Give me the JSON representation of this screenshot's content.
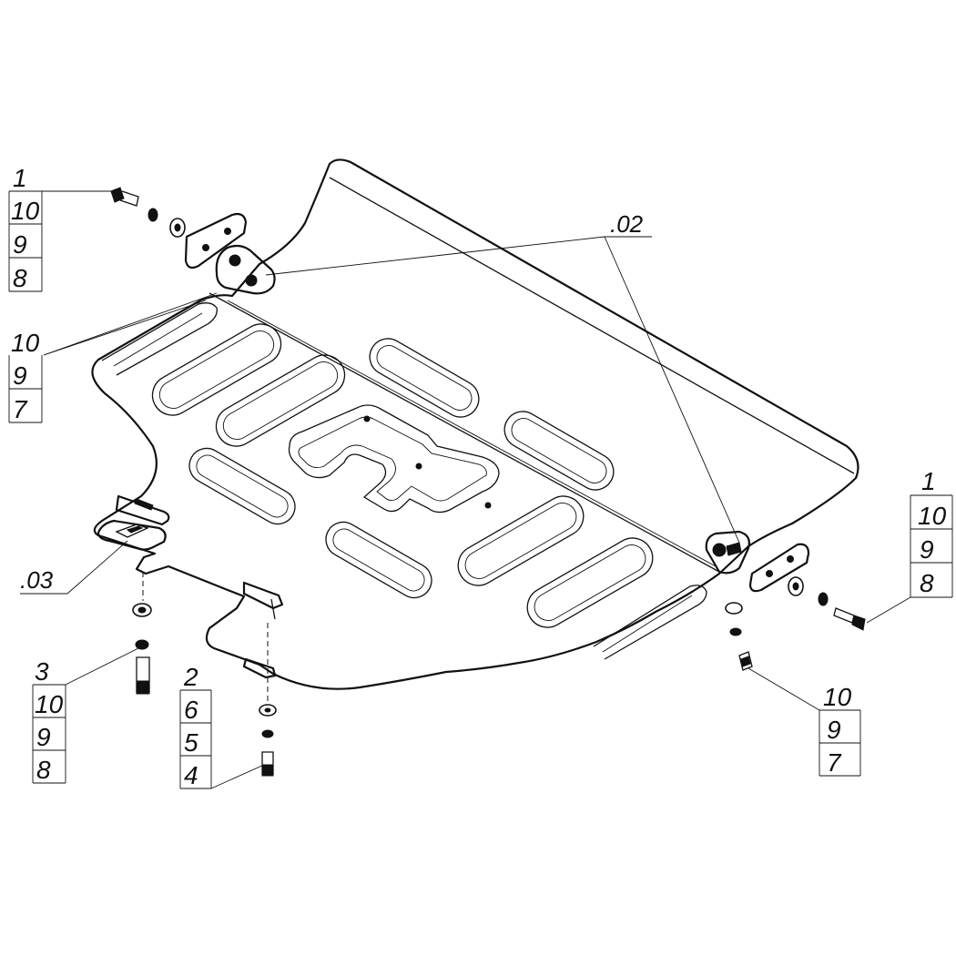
{
  "callouts": {
    "top_left_main": [
      "1",
      "10",
      "9",
      "8"
    ],
    "left_mid": [
      "10",
      "9",
      "7"
    ],
    "right_main": [
      "1",
      "10",
      "9",
      "8"
    ],
    "right_bottom": [
      "10",
      "9",
      "7"
    ],
    "bottom_left_a": [
      "3",
      "10",
      "9",
      "8"
    ],
    "bottom_left_b": [
      "2",
      "6",
      "5",
      "4"
    ]
  },
  "part_refs": {
    "part_02": ".02",
    "part_03": ".03"
  }
}
